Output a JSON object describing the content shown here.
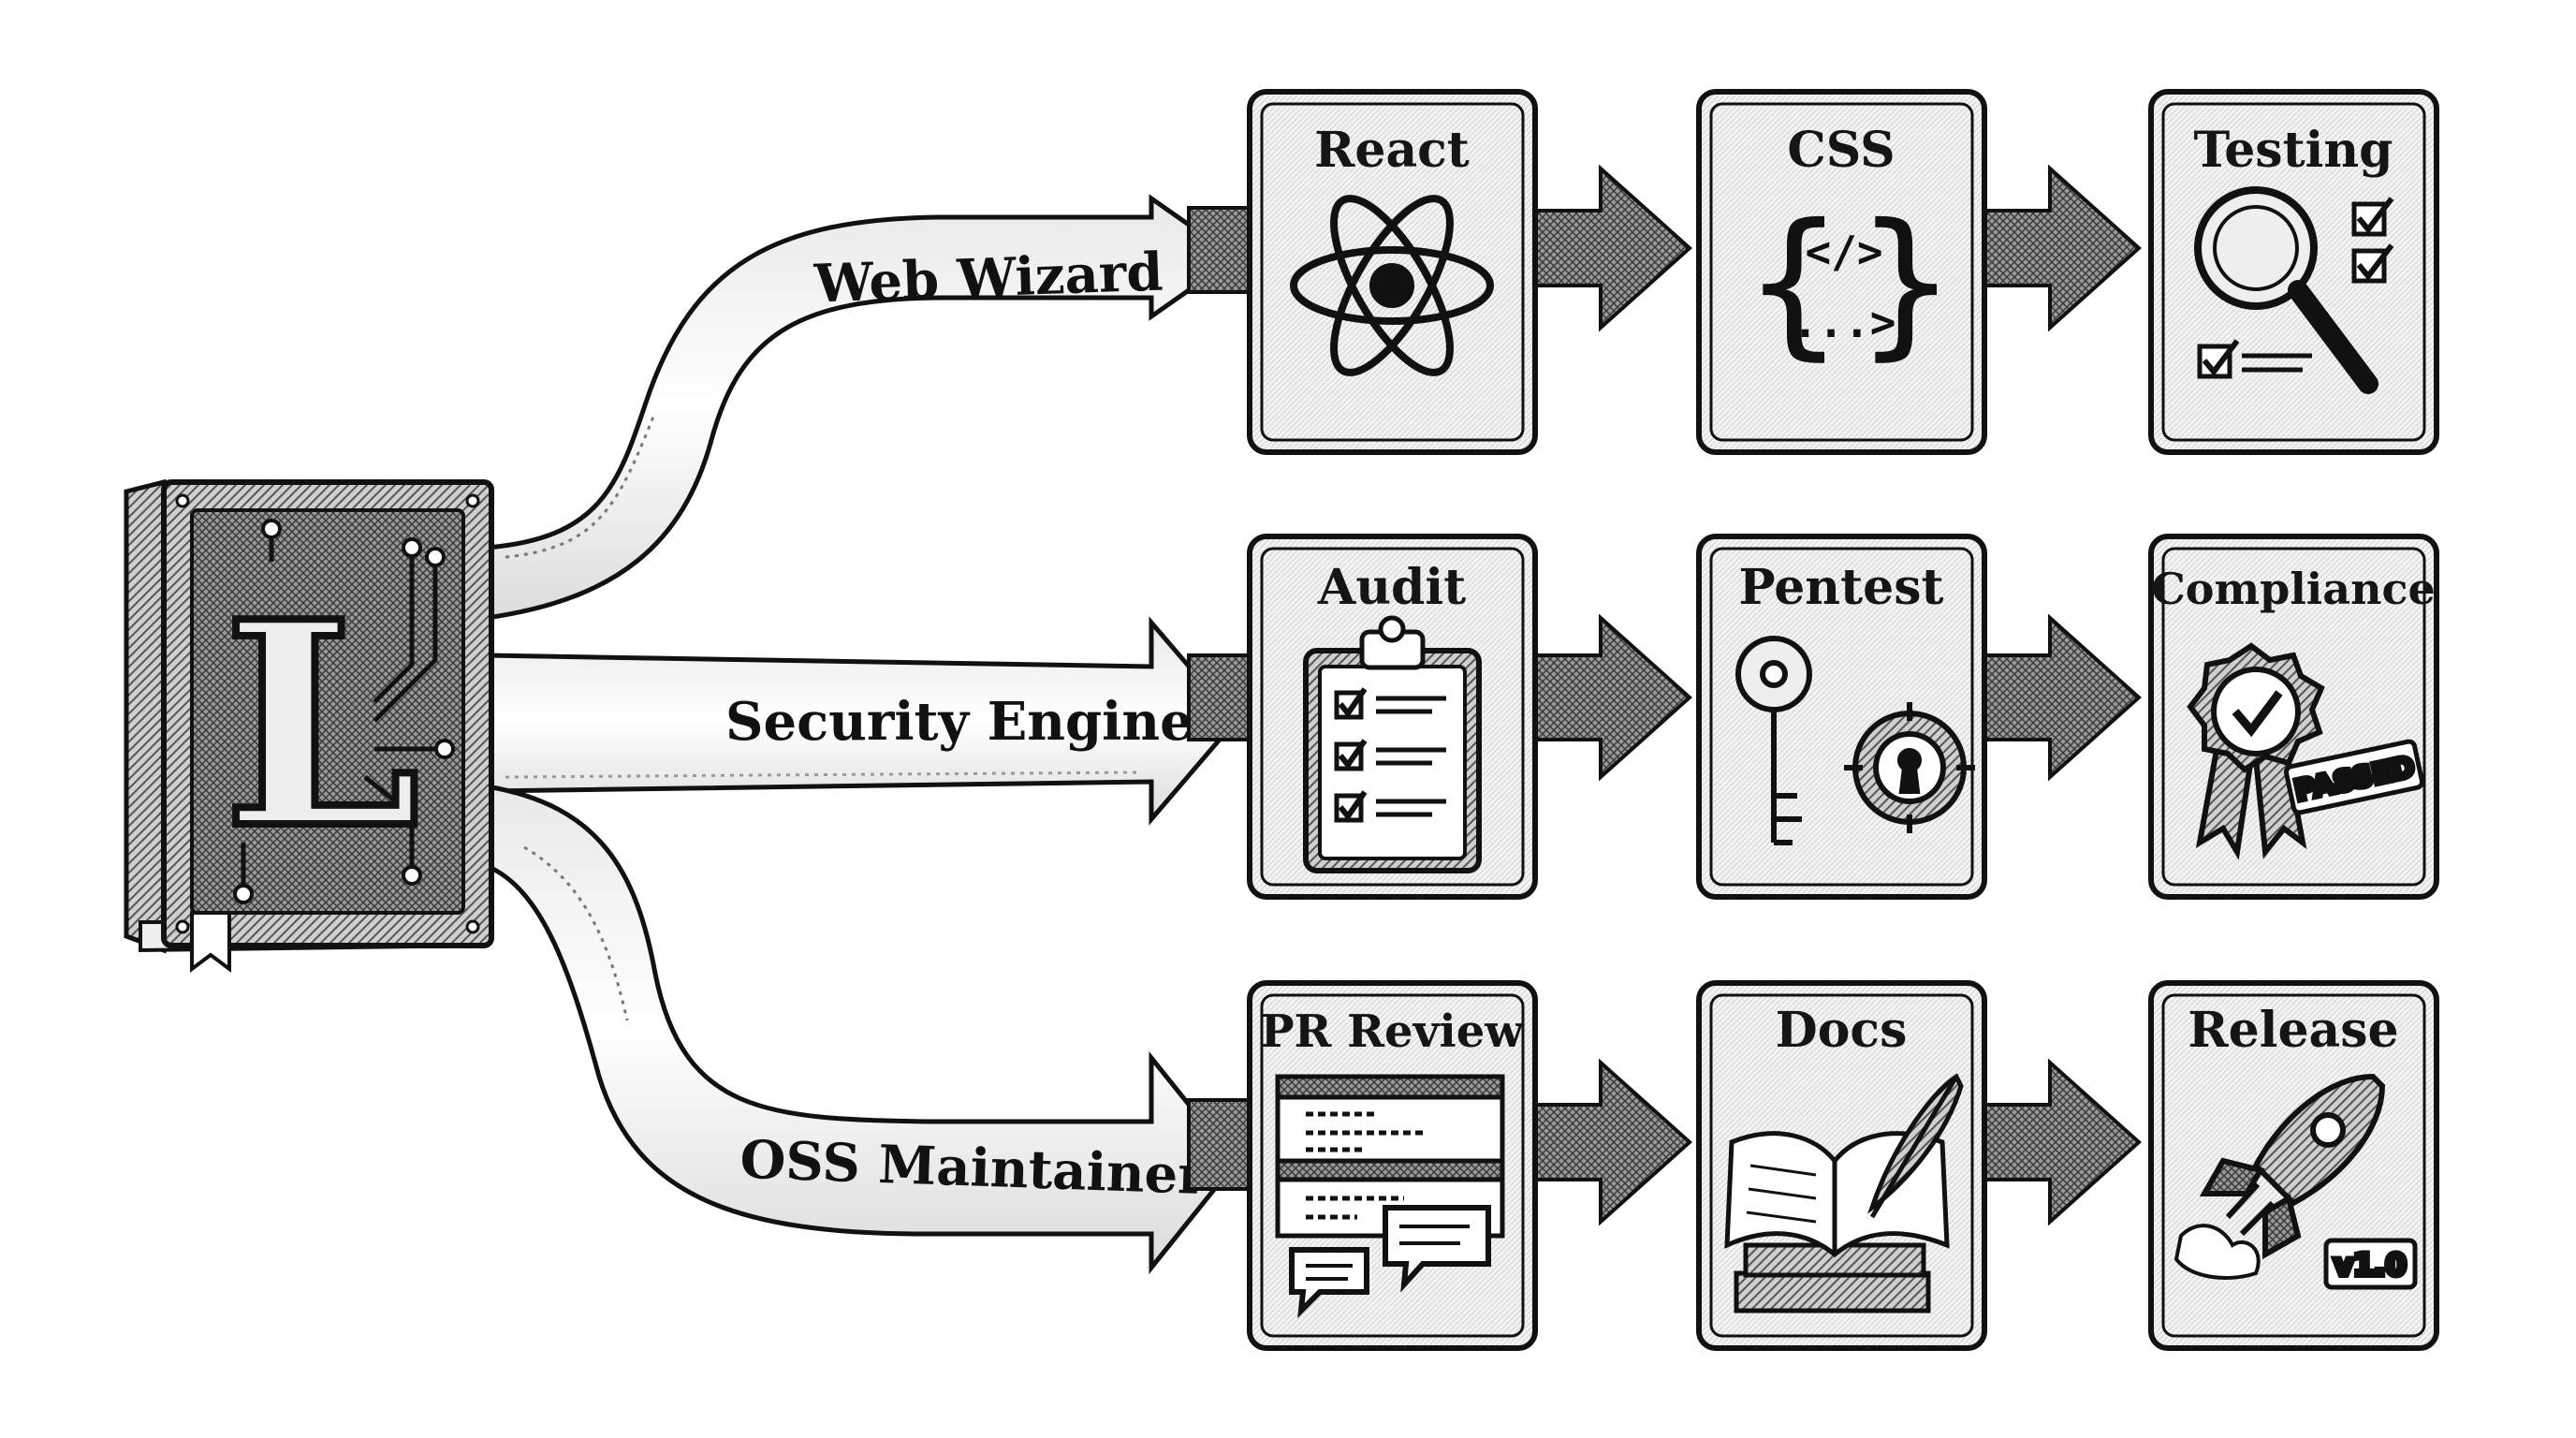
{
  "source": {
    "icon": "circuit-book-icon",
    "letter": "L"
  },
  "paths": [
    {
      "label": "Web Wizard",
      "steps": [
        {
          "title": "React",
          "icon": "react-atom-icon"
        },
        {
          "title": "CSS",
          "icon": "css-braces-icon",
          "code_top": "</>",
          "code_bottom": "...>"
        },
        {
          "title": "Testing",
          "icon": "magnifier-checklist-icon"
        }
      ]
    },
    {
      "label": "Security Engineer",
      "steps": [
        {
          "title": "Audit",
          "icon": "clipboard-checklist-icon"
        },
        {
          "title": "Pentest",
          "icon": "key-target-icon"
        },
        {
          "title": "Compliance",
          "icon": "award-ribbon-icon",
          "stamp": "PASSED"
        }
      ]
    },
    {
      "label": "OSS Maintainer",
      "steps": [
        {
          "title": "PR Review",
          "icon": "code-review-chat-icon"
        },
        {
          "title": "Docs",
          "icon": "book-quill-icon"
        },
        {
          "title": "Release",
          "icon": "rocket-icon",
          "version": "v1.0"
        }
      ]
    }
  ],
  "colors": {
    "ink": "#111111",
    "paper": "#ffffff",
    "shade": "#d9d9d9"
  }
}
